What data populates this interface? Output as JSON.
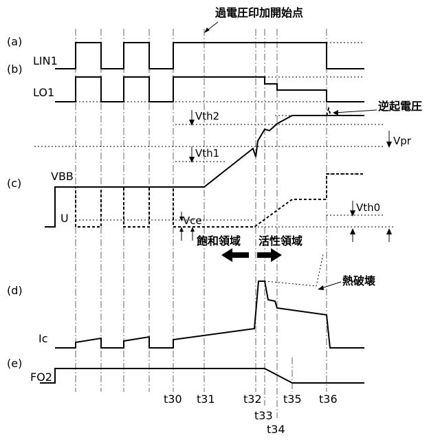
{
  "annotations": {
    "overvoltage_start": "過電圧印加開始点",
    "reverse_voltage": "逆起電圧",
    "saturation_region": "飽和領域",
    "active_region": "活性領域",
    "thermal_breakdown": "熱破壊"
  },
  "panel_labels": [
    "(a)",
    "(b)",
    "(c)",
    "(d)",
    "(e)"
  ],
  "signals": {
    "lin1": "LIN1",
    "lo1": "LO1",
    "vbb": "VBB",
    "u": "U",
    "ic": "Ic",
    "fo2": "FO2"
  },
  "thresholds": {
    "vth2": "Vth2",
    "vth1": "Vth1",
    "vpr": "Vpr",
    "vce": "Vce",
    "vth0": "Vth0"
  },
  "time_labels": [
    "t30",
    "t31",
    "t32",
    "t33",
    "t34",
    "t35",
    "t36"
  ]
}
